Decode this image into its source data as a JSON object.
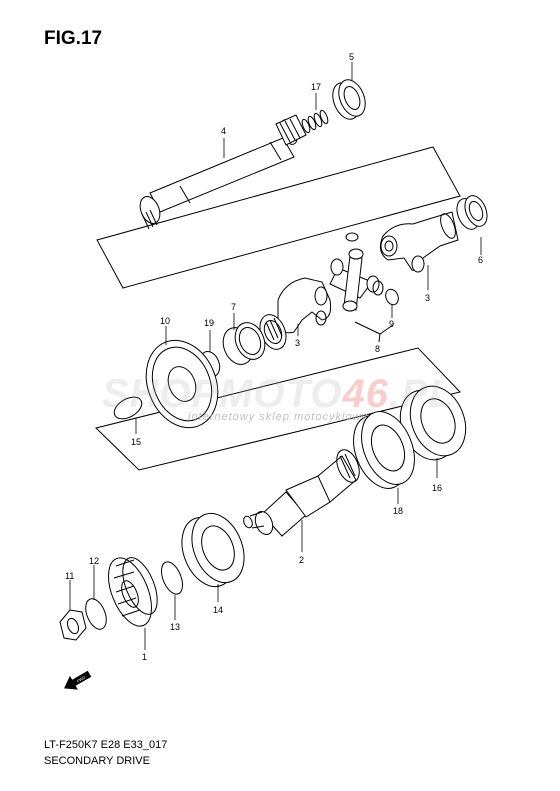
{
  "figure": {
    "title": "FIG.17",
    "code": "LT-F250K7 E28 E33_017",
    "caption": "SECONDARY DRIVE"
  },
  "watermark": {
    "part1": "SHOPMOTO",
    "part2": "46",
    "part3": ".PL",
    "tagline": "internetowy sklep motocyklowy"
  },
  "parts": [
    {
      "id": "p1",
      "number": "1"
    },
    {
      "id": "p2",
      "number": "2"
    },
    {
      "id": "p3a",
      "number": "3"
    },
    {
      "id": "p3b",
      "number": "3"
    },
    {
      "id": "p4",
      "number": "4"
    },
    {
      "id": "p5",
      "number": "5"
    },
    {
      "id": "p6",
      "number": "6"
    },
    {
      "id": "p7",
      "number": "7"
    },
    {
      "id": "p8",
      "number": "8"
    },
    {
      "id": "p9",
      "number": "9"
    },
    {
      "id": "p10",
      "number": "10"
    },
    {
      "id": "p11",
      "number": "11"
    },
    {
      "id": "p12",
      "number": "12"
    },
    {
      "id": "p13",
      "number": "13"
    },
    {
      "id": "p14",
      "number": "14"
    },
    {
      "id": "p15",
      "number": "15"
    },
    {
      "id": "p16",
      "number": "16"
    },
    {
      "id": "p17",
      "number": "17"
    },
    {
      "id": "p18",
      "number": "18"
    },
    {
      "id": "p19",
      "number": "19"
    }
  ],
  "badges": {
    "fwd": "FWD"
  },
  "colors": {
    "line": "#000000",
    "watermark_red": "#e2231a",
    "watermark_grey": "#b0b0b0"
  }
}
